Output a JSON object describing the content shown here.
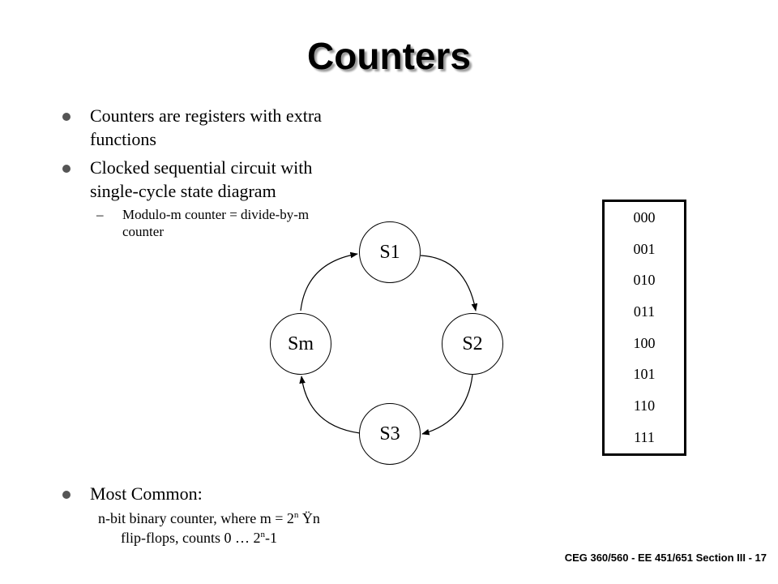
{
  "slide": {
    "title": "Counters",
    "bullets": [
      {
        "line1": "Counters are registers with extra",
        "line2": "functions"
      },
      {
        "line1": "Clocked sequential circuit with",
        "line2": "single-cycle state diagram"
      }
    ],
    "sub_bullet": {
      "dash": "–",
      "line1": "Modulo-m counter = divide-by-m",
      "line2": "counter"
    },
    "bullet3": "Most Common:",
    "detail": {
      "part1": "n-bit binary counter,  where m = 2",
      "sup1": "n",
      "part2": "  ",
      "arrow": "Ÿ",
      "part3": "n",
      "line2a": "flip-flops, counts 0 … 2",
      "sup2": "n",
      "line2b": "-1"
    },
    "footer": "CEG 360/560 - EE 451/651  Section III - 17"
  },
  "diagram": {
    "nodes": [
      "S1",
      "S2",
      "S3",
      "Sm"
    ]
  },
  "count_table": {
    "rows": [
      "000",
      "001",
      "010",
      "011",
      "100",
      "101",
      "110",
      "111"
    ]
  },
  "colors": {
    "bullet_dot": "#555555",
    "title_shadow": "#9a9a9a"
  }
}
